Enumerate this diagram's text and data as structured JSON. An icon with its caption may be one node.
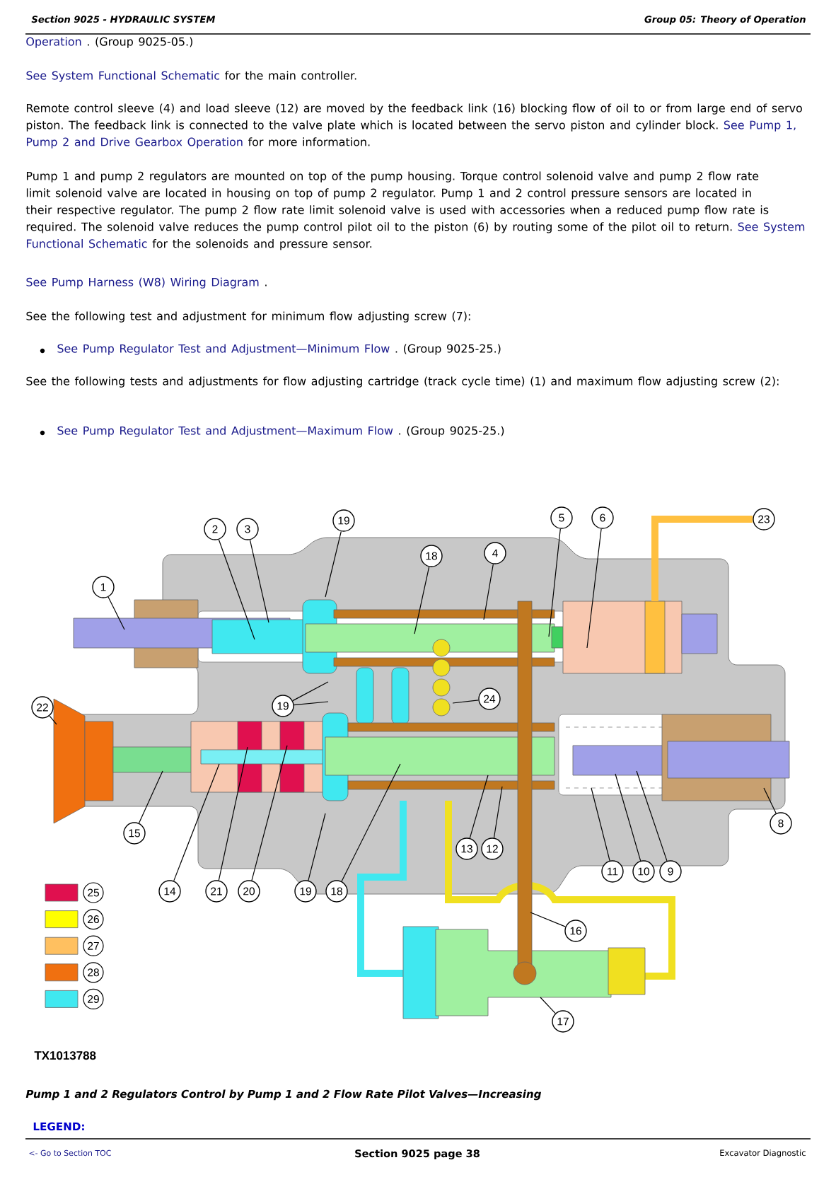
{
  "diagram": {
    "caption": "Pump 1 and 2 Regulators Control by Pump 1 and 2 Flow Rate Pilot Valves—Increasing",
    "nodes": [
      {
        "text": [
          "19"
        ]
      },
      {
        "text": [
          "2"
        ]
      },
      {
        "text": [
          "3"
        ]
      },
      {
        "text": [
          "5"
        ]
      },
      {
        "text": [
          "6"
        ]
      },
      {
        "text": [
          "23"
        ]
      },
      {
        "text": [
          "18"
        ]
      },
      {
        "text": [
          "4"
        ]
      },
      {
        "text": [
          "1"
        ]
      },
      {
        "text": [
          "24"
        ]
      },
      {
        "text": [
          "19"
        ]
      },
      {
        "text": [
          "22"
        ]
      },
      {
        "text": [
          "8"
        ]
      },
      {
        "text": [
          "15"
        ]
      },
      {
        "text": [
          "13"
        ]
      },
      {
        "text": [
          "12"
        ]
      },
      {
        "text": [
          "11"
        ]
      },
      {
        "text": [
          "10"
        ]
      },
      {
        "text": [
          "9"
        ]
      },
      {
        "text": [
          "14"
        ]
      },
      {
        "text": [
          "21"
        ]
      },
      {
        "text": [
          "20"
        ]
      },
      {
        "text": [
          "19"
        ]
      },
      {
        "text": [
          "18"
        ]
      },
      {
        "text": [
          "16"
        ]
      },
      {
        "text": [
          "17"
        ]
      }
    ],
    "edges": [
      {
        "from": 0,
        "to": null,
        "arrow": "none"
      },
      {
        "from": 1,
        "to": null,
        "arrow": "none"
      },
      {
        "from": 2,
        "to": null,
        "arrow": "none"
      },
      {
        "from": 3,
        "to": null,
        "arrow": "none"
      },
      {
        "from": 4,
        "to": null,
        "arrow": "none"
      },
      {
        "from": 6,
        "to": null,
        "arrow": "none"
      },
      {
        "from": 7,
        "to": null,
        "arrow": "none"
      },
      {
        "from": 8,
        "to": null,
        "arrow": "none"
      },
      {
        "from": 9,
        "to": null,
        "arrow": "none"
      },
      {
        "from": 10,
        "to": null,
        "arrow": "none"
      },
      {
        "from": 10,
        "to": null,
        "arrow": "none"
      },
      {
        "from": 11,
        "to": null,
        "arrow": "none"
      },
      {
        "from": 12,
        "to": null,
        "arrow": "none"
      },
      {
        "from": 13,
        "to": null,
        "arrow": "none"
      },
      {
        "from": 14,
        "to": null,
        "arrow": "none"
      },
      {
        "from": 15,
        "to": null,
        "arrow": "none"
      },
      {
        "from": 16,
        "to": null,
        "arrow": "none"
      },
      {
        "from": 17,
        "to": null,
        "arrow": "none"
      },
      {
        "from": 18,
        "to": null,
        "arrow": "none"
      },
      {
        "from": 19,
        "to": null,
        "arrow": "none"
      },
      {
        "from": 20,
        "to": null,
        "arrow": "none"
      },
      {
        "from": 21,
        "to": null,
        "arrow": "none"
      },
      {
        "from": 22,
        "to": null,
        "arrow": "none"
      },
      {
        "from": 23,
        "to": null,
        "arrow": "none"
      },
      {
        "from": 24,
        "to": null,
        "arrow": "none"
      },
      {
        "from": 25,
        "to": null,
        "arrow": "none"
      }
    ],
    "labels": [
      "Section 9025 - HYDRAULIC SYSTEM",
      "Group 05: Theory of Operation",
      "Operation",
      ". (Group 9025-05.)",
      "See System Functional Schematic",
      "for the main controller.",
      "Remote control sleeve (4) and load sleeve (12) are moved by the feedback link (16) blocking flow of oil to or from large end of servo piston. The feedback link is connected to the valve plate which is located between the servo piston and cylinder block.",
      "See Pump 1, Pump 2 and Drive Gearbox Operation",
      "for more information.",
      "Pump 1 and pump 2 regulators are mounted on top of the pump housing. Torque control solenoid valve and pump 2 flow rate limit solenoid valve are located in housing on top of pump 2 regulator. Pump 1 and 2 control pressure sensors are located in their respective regulator. The pump 2 flow rate limit solenoid valve is used with accessories when a reduced pump flow rate is required. The solenoid valve reduces the pump control pilot oil to the piston (6) by routing some of the pilot oil to return.",
      "See System Functional Schematic",
      "for the solenoids and pressure sensor.",
      "See Pump Harness (W8) Wiring Diagram",
      ".",
      "See the following test and adjustment for minimum flow adjusting screw (7):",
      "See Pump Regulator Test and Adjustment—Minimum Flow",
      ". (Group 9025-25.)",
      "See the following tests and adjustments for flow adjusting cartridge (track cycle time) (1) and maximum flow adjusting screw (2):",
      "See Pump Regulator Test and Adjustment—Maximum Flow",
      ". (Group 9025-25.)",
      "TX1013788",
      "LEGEND:",
      "<- Go to Section TOC",
      "Section 9025 page 38",
      "Excavator Diagnostic"
    ],
    "legend": [
      {
        "text": "25",
        "color": "#e0104f"
      },
      {
        "text": "26",
        "color": "#ffff00"
      },
      {
        "text": "27",
        "color": "#ffc060"
      },
      {
        "text": "28",
        "color": "#f07010"
      },
      {
        "text": "29",
        "color": "#40e8f0"
      }
    ]
  }
}
